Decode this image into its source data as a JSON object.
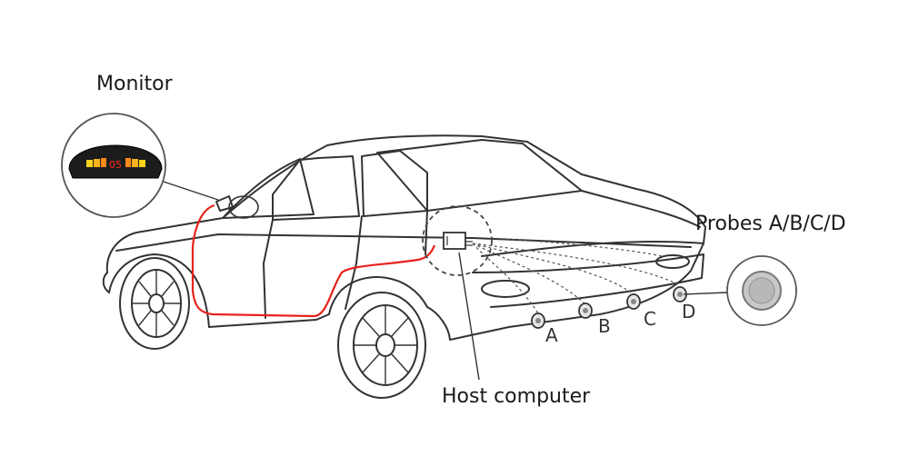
{
  "labels": {
    "monitor": "Monitor",
    "probes": "Probes A/B/C/D",
    "host": "Host computer"
  },
  "display": {
    "readout": "05"
  },
  "probes": [
    "A",
    "B",
    "C",
    "D"
  ],
  "colors": {
    "wire": "#e8221c",
    "line": "#333333",
    "monitor_body": "#1c1c1c",
    "led_red": "#ff2a1a",
    "led_yellow": "#ffd21a",
    "led_orange": "#ff8a1a",
    "probe_face": "#b8b8b8"
  },
  "icons": {
    "monitor": "parking-monitor-icon",
    "host": "control-box-icon",
    "probe": "ultrasonic-sensor-icon"
  }
}
